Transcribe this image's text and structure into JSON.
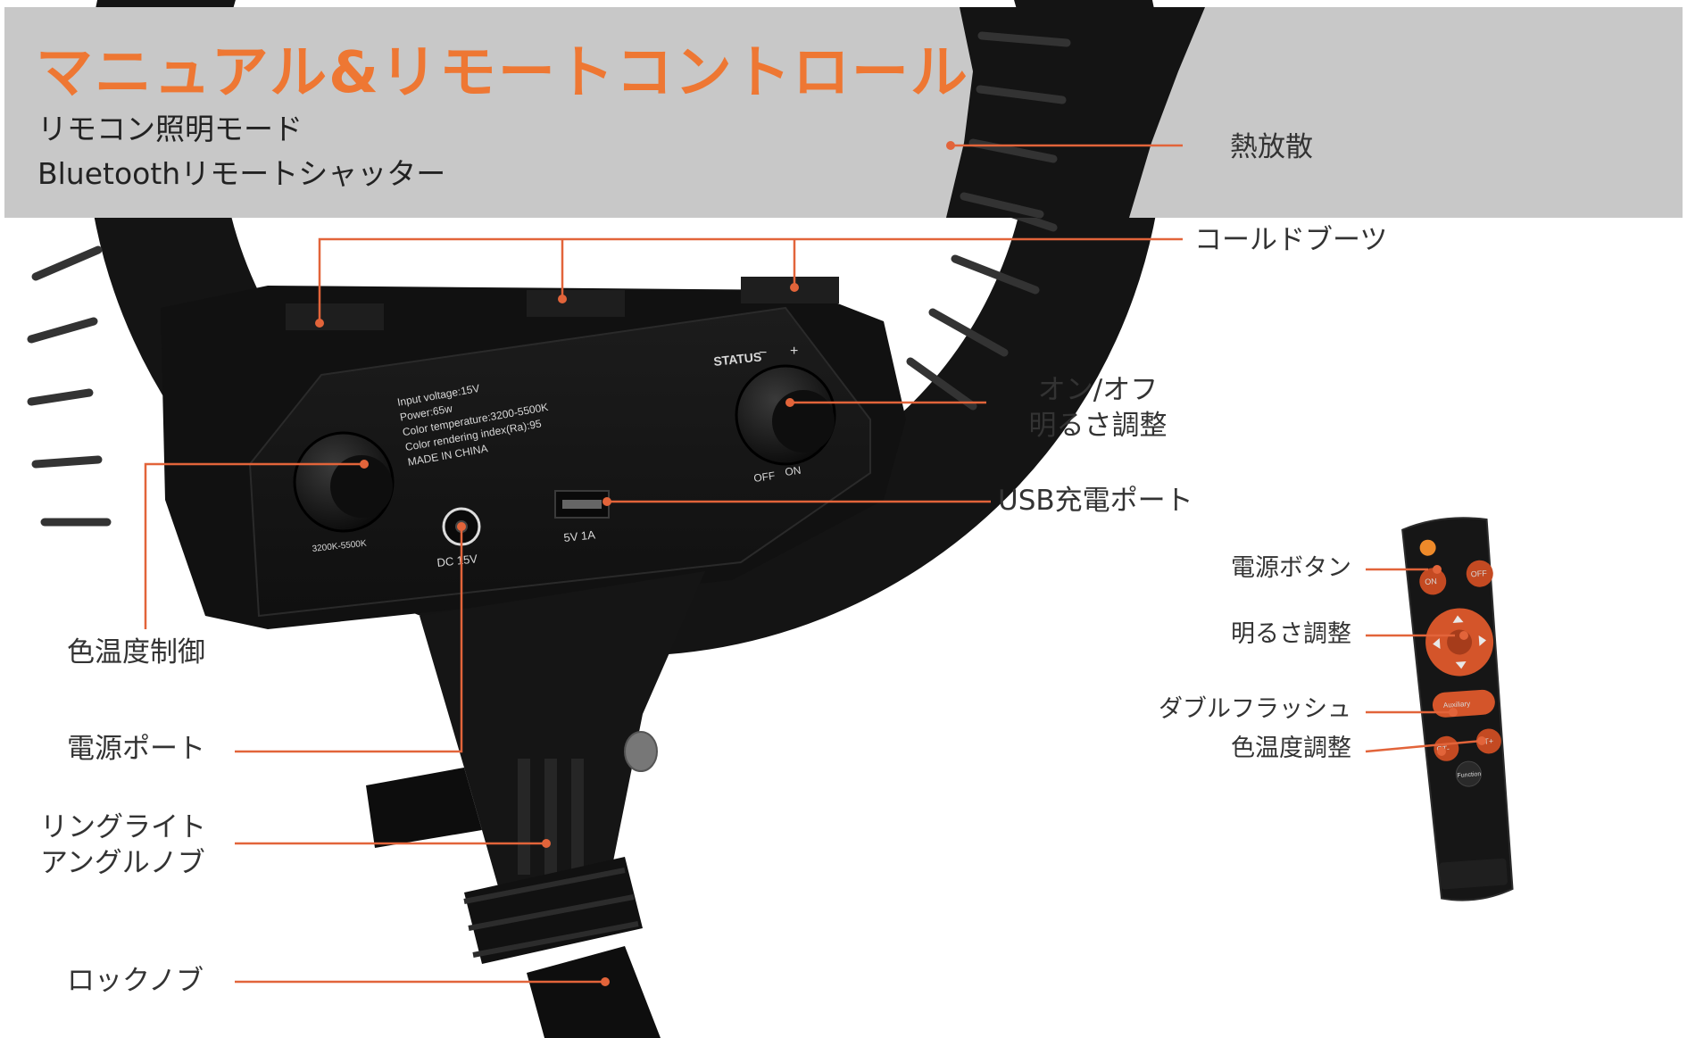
{
  "header": {
    "title": "マニュアル&リモートコントロール",
    "subtitle_line1": "リモコン照明モード",
    "subtitle_line2": "Bluetoothリモートシャッター"
  },
  "callouts": {
    "heat": "熱放散",
    "cold_boot": "コールドブーツ",
    "onoff_line1": "オン/オフ",
    "onoff_line2": "明るさ調整",
    "usb": "USB充電ポート",
    "color_temp": "色温度制御",
    "power_port": "電源ポート",
    "angle_line1": "リングライト",
    "angle_line2": "アングルノブ",
    "lock": "ロックノブ"
  },
  "remote_callouts": {
    "power": "電源ボタン",
    "brightness": "明るさ調整",
    "double_flash": "ダブルフラッシュ",
    "color_temp": "色温度調整"
  },
  "device_panel": {
    "status": "STATUS",
    "minus": "−",
    "plus": "+",
    "spec1": "Input voltage:15V",
    "spec2": "Power:65w",
    "spec3": "Color temperature:3200-5500K",
    "spec4": "Color rendering index(Ra):95",
    "spec5": "MADE IN CHINA",
    "knob_range": "3200K-5500K",
    "dc": "DC 15V",
    "usb_rating": "5V 1A",
    "off": "OFF",
    "on": "ON"
  },
  "remote": {
    "on": "ON",
    "off": "OFF",
    "auxiliary": "Auxiliary",
    "ct_minus": "CT-",
    "ct_plus": "CT+",
    "function": "Function"
  },
  "colors": {
    "accent": "#ee7733",
    "leader": "#e2643a",
    "band": "#c8c8c8",
    "device": "#121212"
  }
}
